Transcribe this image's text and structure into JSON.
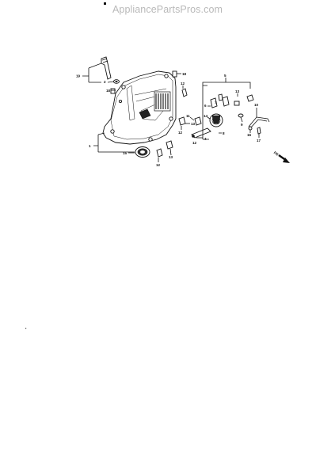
{
  "watermark": "AppliancePartsPros.com",
  "callouts": {
    "c1": "1",
    "c2": "2",
    "c4": "4",
    "c5": "5",
    "c6": "6",
    "c7": "7",
    "c8": "8",
    "c9": "9",
    "c10": "10",
    "c11": "11",
    "c12a": "12",
    "c12b": "12",
    "c12c": "12",
    "c12d": "12",
    "c13a": "13",
    "c13b": "13",
    "c14": "14",
    "c15": "15",
    "c16": "16",
    "c17": "17",
    "c18a": "18",
    "c18b": "18",
    "c19": "19",
    "fr": "FR"
  }
}
